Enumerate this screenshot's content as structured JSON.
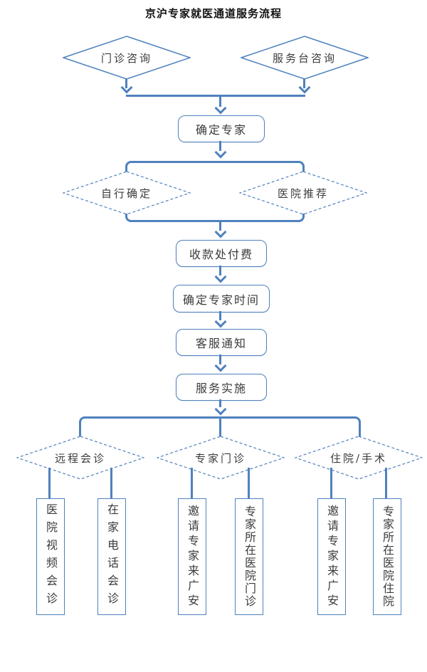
{
  "title": "京沪专家就医通道服务流程",
  "colors": {
    "line": "#4F81BD",
    "shape_border": "#4F81BD",
    "text": "#3B3B3B",
    "title_text": "#111111",
    "background": "#FFFFFF"
  },
  "flow": {
    "entry": {
      "outpatient_consult": "门诊咨询",
      "service_desk_consult": "服务台咨询"
    },
    "confirm_expert": "确定专家",
    "confirm_methods": {
      "self_confirm": "自行确定",
      "hospital_recommend": "医院推荐"
    },
    "steps": {
      "pay_at_cashier": "收款处付费",
      "confirm_expert_time": "确定专家时间",
      "customer_service_notify": "客服通知",
      "service_implementation": "服务实施"
    },
    "service_types": {
      "remote_consultation": "远程会诊",
      "expert_outpatient": "专家门诊",
      "inpatient_surgery": "住院/手术"
    },
    "outcomes": {
      "hospital_video_consult": "医院视频会诊",
      "home_phone_consult": "在家电话会诊",
      "invite_expert_to_guangan_outpatient": "邀请专家来广安",
      "expert_hospital_outpatient": "专家所在医院门诊",
      "invite_expert_to_guangan_inpatient": "邀请专家来广安",
      "expert_hospital_inpatient": "专家所在医院住院"
    }
  }
}
